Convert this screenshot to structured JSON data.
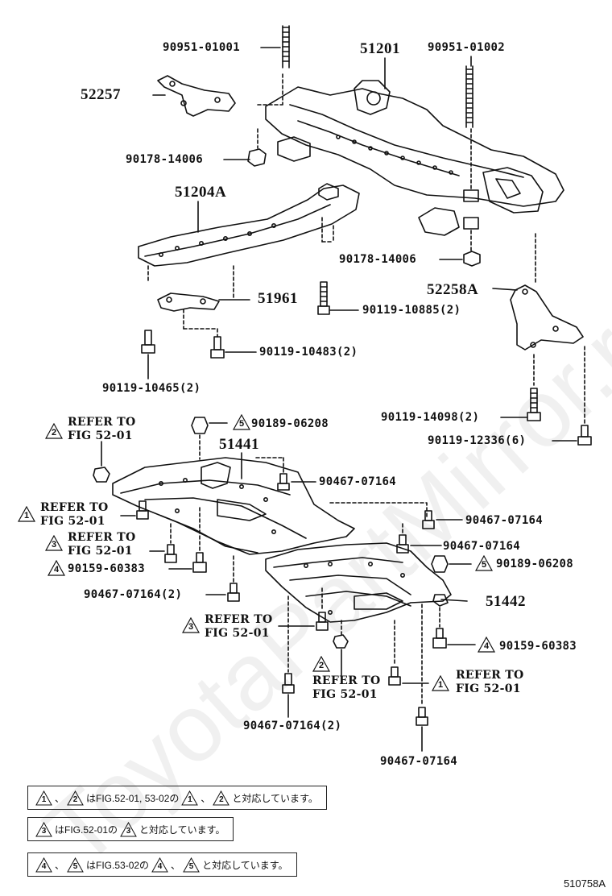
{
  "watermark": "ToyotaPartMirror.ru",
  "figure_code": "510758A",
  "part_labels": {
    "p90951_01001": "90951-01001",
    "p51201": "51201",
    "p90951_01002": "90951-01002",
    "p52257": "52257",
    "p90178_14006_a": "90178-14006",
    "p51204a": "51204A",
    "p90178_14006_b": "90178-14006",
    "p51961": "51961",
    "p90119_10885": "90119-10885(2)",
    "p52258a": "52258A",
    "p90119_10483": "90119-10483(2)",
    "p90119_10465": "90119-10465(2)",
    "p90119_14098": "90119-14098(2)",
    "p90119_12336": "90119-12336(6)",
    "p90189_06208_a": "90189-06208",
    "p51441": "51441",
    "p90467_07164_a": "90467-07164",
    "p90467_07164_b": "90467-07164",
    "p90467_07164_c": "90467-07164",
    "p90189_06208_b": "90189-06208",
    "p90159_60383_a": "90159-60383",
    "p90467_07164_d": "90467-07164(2)",
    "p51442": "51442",
    "p90159_60383_b": "90159-60383",
    "p90467_07164_e": "90467-07164(2)",
    "p90467_07164_f": "90467-07164"
  },
  "refs": {
    "r1": {
      "num": "2",
      "line1": "REFER TO",
      "line2": "FIG 52-01"
    },
    "r2": {
      "num": "1",
      "line1": "REFER TO",
      "line2": "FIG 52-01"
    },
    "r3": {
      "num": "3",
      "line1": "REFER TO",
      "line2": "FIG 52-01"
    },
    "r4": {
      "num": "3",
      "line1": "REFER TO",
      "line2": "FIG 52-01"
    },
    "r5": {
      "num": "2",
      "line1": "REFER TO",
      "line2": "FIG 52-01"
    },
    "r6": {
      "num": "1",
      "line1": "REFER TO",
      "line2": "FIG 52-01"
    }
  },
  "inline_tri": {
    "t5a": "5",
    "t4a": "4",
    "t5b": "5",
    "t4b": "4"
  },
  "notes": [
    {
      "a": "1",
      "sep": "、",
      "b": "2",
      "text1": "はFIG.52-01, 53-02の",
      "c": "1",
      "sep2": "、",
      "d": "2",
      "text2": "と対応しています。"
    },
    {
      "a": "3",
      "text1": "はFIG.52-01の",
      "c": "3",
      "text2": "と対応しています。"
    },
    {
      "a": "4",
      "sep": "、",
      "b": "5",
      "text1": "はFIG.53-02の",
      "c": "4",
      "sep2": "、",
      "d": "5",
      "text2": "と対応しています。"
    }
  ]
}
